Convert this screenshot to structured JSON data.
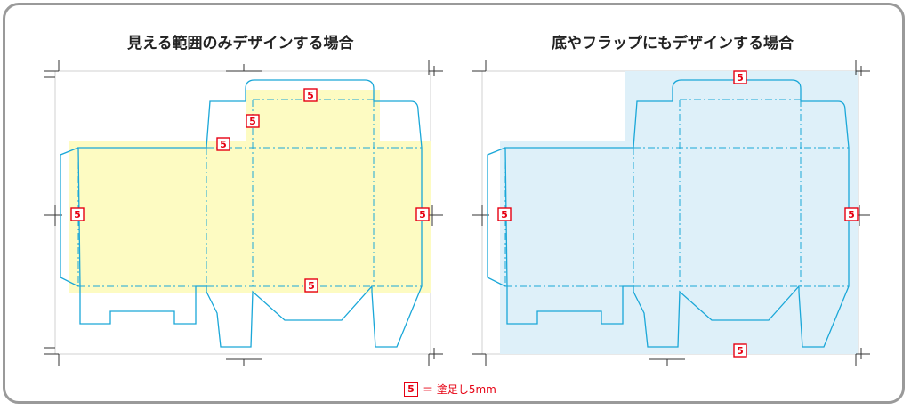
{
  "panels": {
    "left": {
      "title": "見える範囲のみデザインする場合"
    },
    "right": {
      "title": "底やフラップにもデザインする場合"
    }
  },
  "badge_value": "5",
  "legend": {
    "text": "＝ 塗足し5mm"
  },
  "colors": {
    "dieline": "#1aa7d8",
    "bleed_left": "#fdfbc2",
    "bleed_right": "#def0f9",
    "badge": "#e60012",
    "frame": "#9a9a9a"
  }
}
